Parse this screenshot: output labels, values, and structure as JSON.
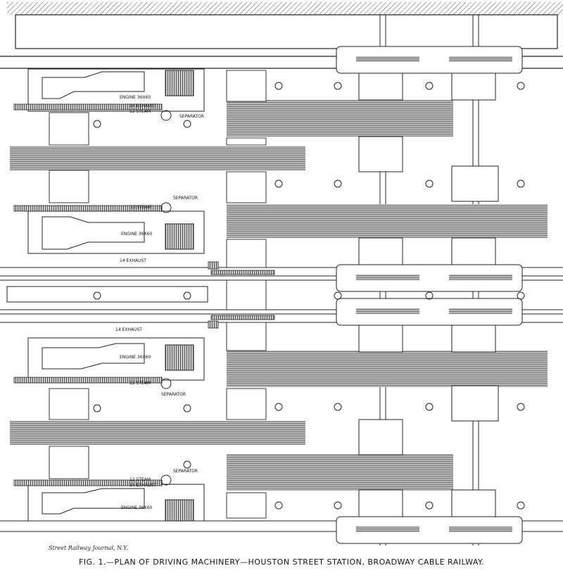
{
  "caption": "FIG. 1.—PLAN OF DRIVING MACHINERY—HOUSTON STREET STATION, BROADWAY CABLE RAILWAY.",
  "credit": "Street Railway Journal, N.Y.",
  "labels": {
    "engine_1": "ENGINE 36X60",
    "engine_2": "ENGINE 36X60",
    "engine_3": "ENGINE 36X60",
    "engine_4": "ENGINE 36X60",
    "exhaust_1": "14 EXHAUST",
    "steam_1": "12 STEAM",
    "separator_1": "SEPARATOR",
    "separator_2": "SEPARATOR",
    "steam_2": "12 STEAM",
    "exhaust_2": "14 EXHAUST",
    "exhaust_3": "14 EXHAUST",
    "steam_3": "12 STEAM",
    "separator_3": "SEPARATOR",
    "separator_4": "SEPARATOR",
    "steam_4": "12 STEAM",
    "exhaust_4": "14 EXHAUST"
  },
  "colors": {
    "ink": "#1a1a1a",
    "paper": "#ffffff",
    "belt": "#8a8a8a"
  }
}
